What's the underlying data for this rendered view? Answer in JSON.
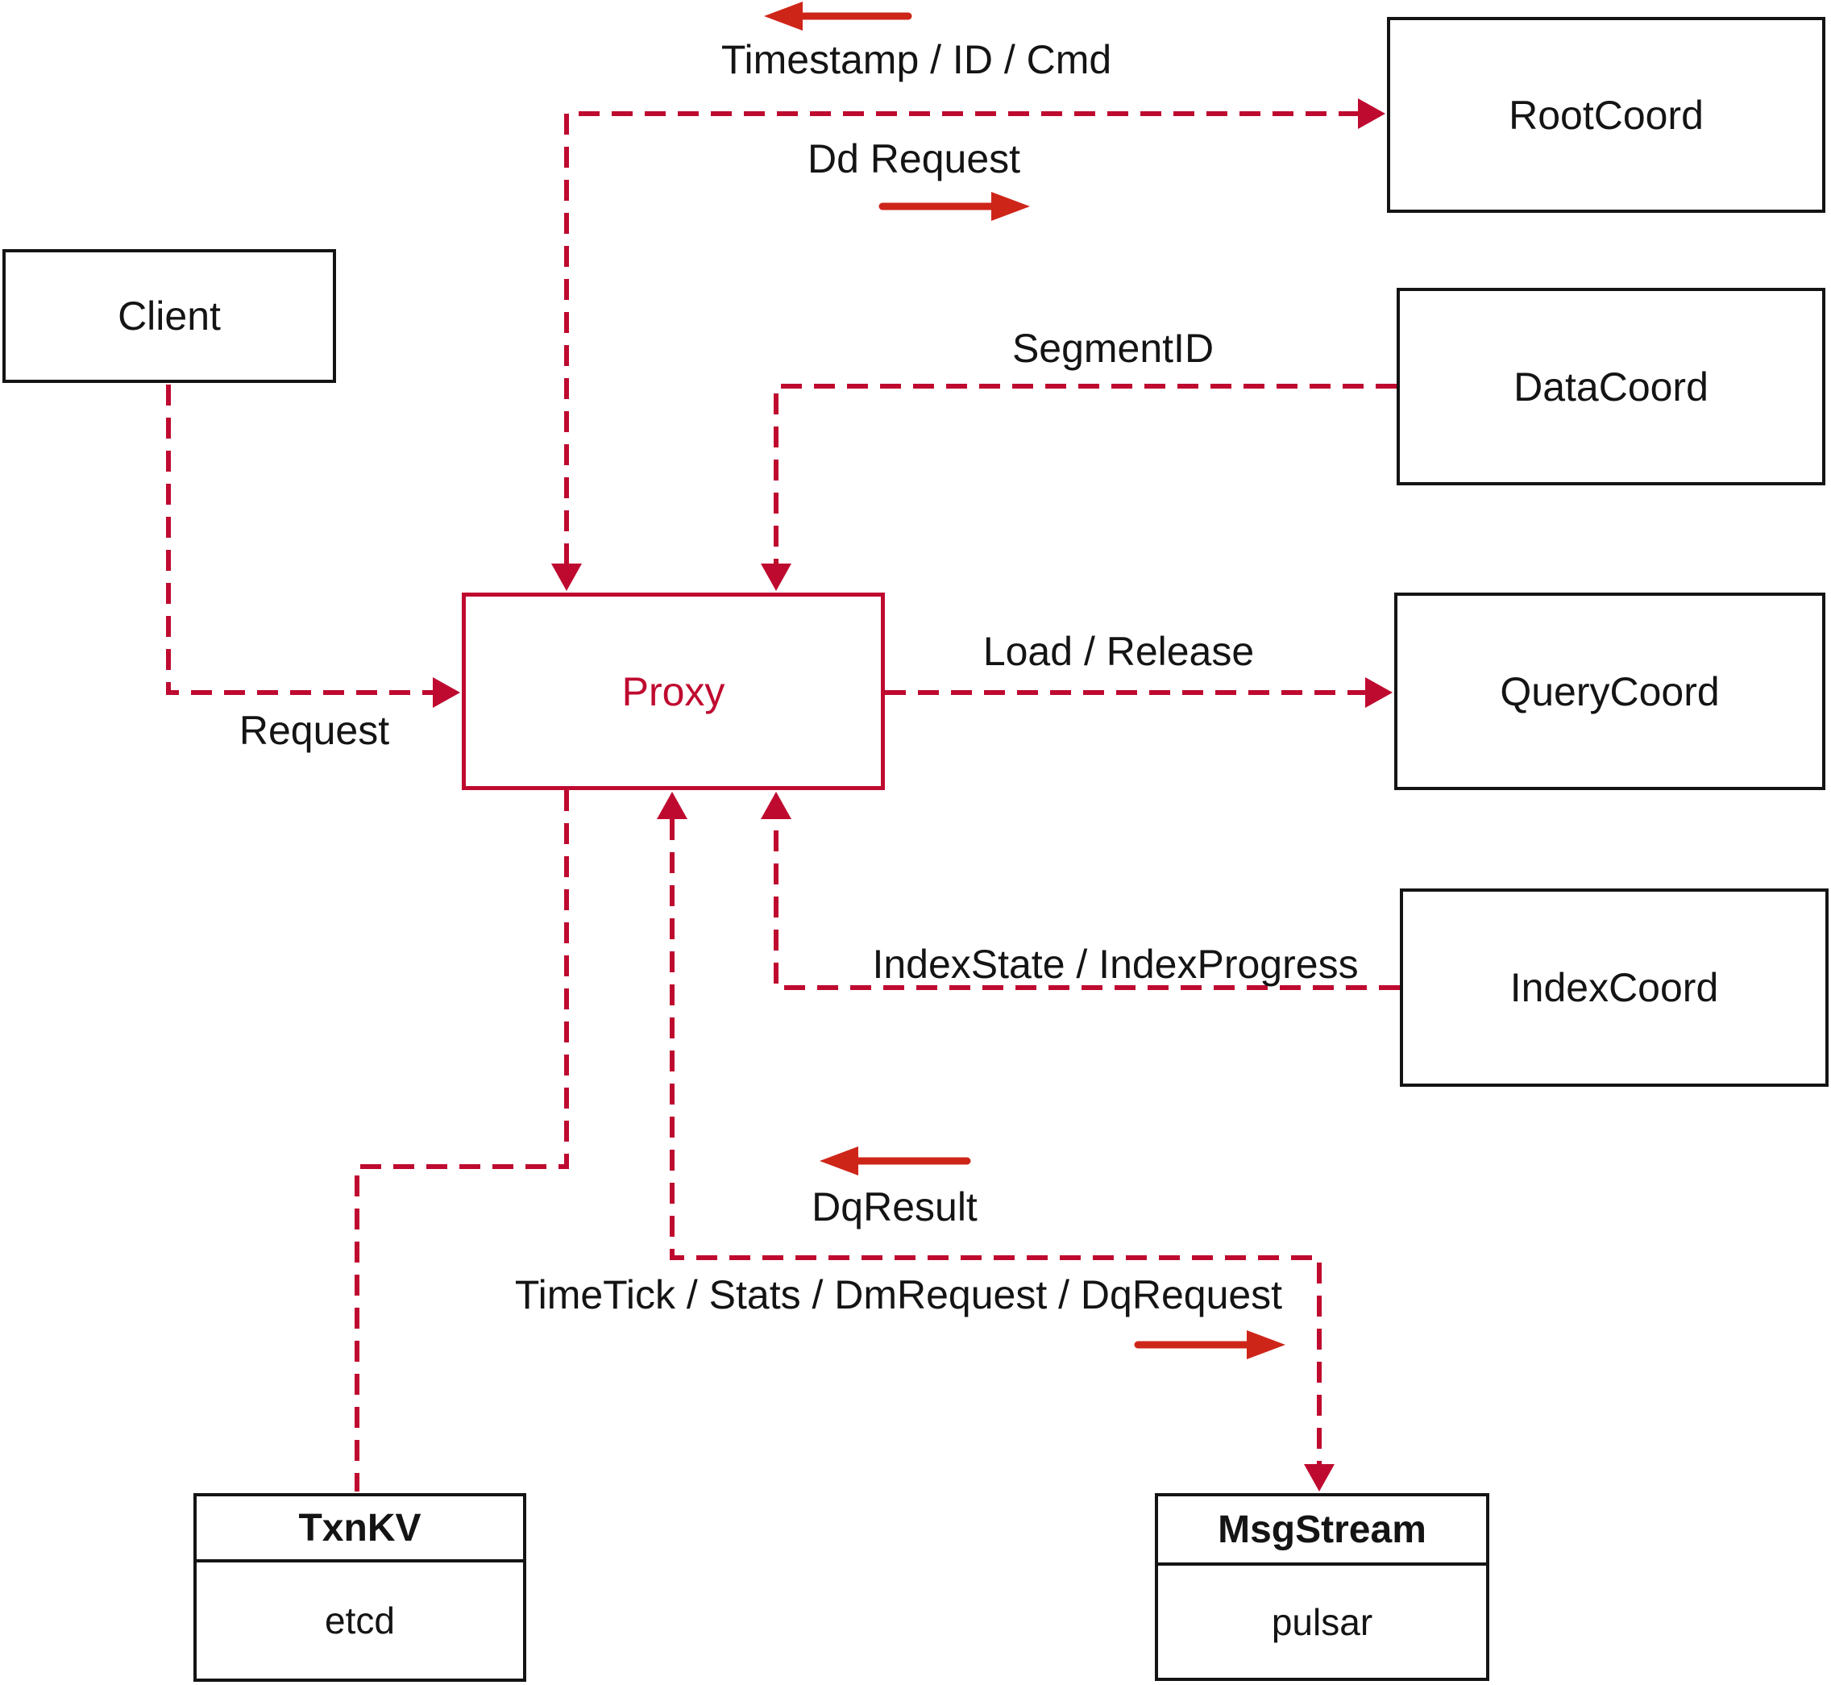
{
  "diagram": {
    "nodes": {
      "client": {
        "label": "Client"
      },
      "proxy": {
        "label": "Proxy"
      },
      "rootcoord": {
        "label": "RootCoord"
      },
      "datacoord": {
        "label": "DataCoord"
      },
      "querycoord": {
        "label": "QueryCoord"
      },
      "indexcoord": {
        "label": "IndexCoord"
      },
      "txnkv": {
        "title": "TxnKV",
        "subtitle": "etcd"
      },
      "msgstream": {
        "title": "MsgStream",
        "subtitle": "pulsar"
      }
    },
    "edge_labels": {
      "timestamp_id_cmd": "Timestamp / ID / Cmd",
      "dd_request": "Dd Request",
      "segment_id": "SegmentID",
      "load_release": "Load / Release",
      "request": "Request",
      "index_state": "IndexState / IndexProgress",
      "dq_result": "DqResult",
      "timetick": "TimeTick / Stats / DmRequest / DqRequest"
    },
    "colors": {
      "connector": "#bf0a2f",
      "arrow": "#ce2519",
      "box_border": "#141414",
      "text": "#141414",
      "background": "#ffffff"
    }
  }
}
